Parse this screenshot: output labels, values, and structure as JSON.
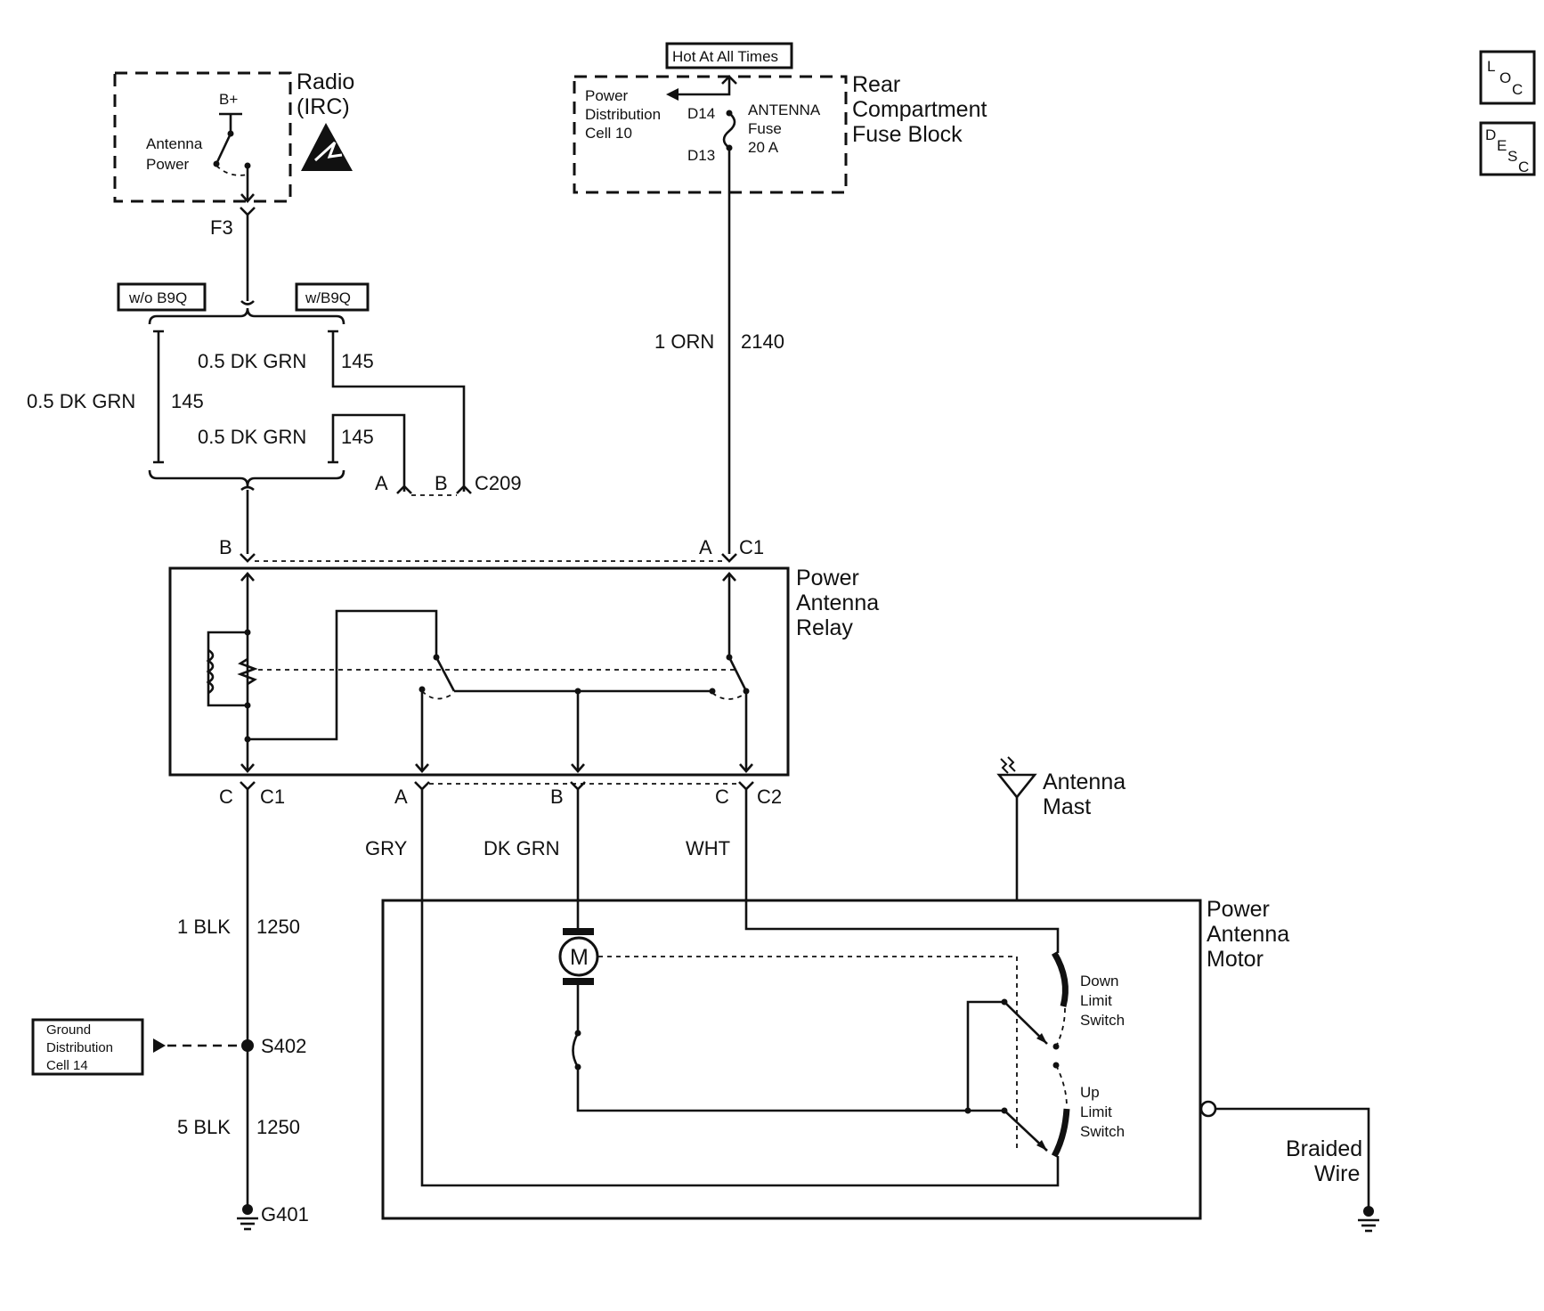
{
  "radio": {
    "title_line1": "Radio",
    "title_line2": "(IRC)",
    "bplus": "B+",
    "antenna_power_line1": "Antenna",
    "antenna_power_line2": "Power",
    "pin": "F3"
  },
  "fuse_block": {
    "hot_label": "Hot At All Times",
    "title_line1": "Rear",
    "title_line2": "Compartment",
    "title_line3": "Fuse Block",
    "pdc_line1": "Power",
    "pdc_line2": "Distribution",
    "pdc_line3": "Cell 10",
    "pin_top": "D14",
    "pin_bottom": "D13",
    "fuse_line1": "ANTENNA",
    "fuse_line2": "Fuse",
    "fuse_line3": "20 A"
  },
  "options": {
    "without": "w/o B9Q",
    "with": "w/B9Q"
  },
  "wires": {
    "dkgrn_a": "0.5 DK GRN",
    "dkgrn_a_circuit": "145",
    "dkgrn_b": "0.5 DK GRN",
    "dkgrn_b_circuit": "145",
    "dkgrn_c": "0.5 DK GRN",
    "dkgrn_c_circuit": "145",
    "orn": "1 ORN",
    "orn_circuit": "2140",
    "blk1": "1 BLK",
    "blk1_circuit": "1250",
    "blk5": "5 BLK",
    "blk5_circuit": "1250",
    "gry": "GRY",
    "dkgrn": "DK GRN",
    "wht": "WHT"
  },
  "c209": {
    "pin_a": "A",
    "pin_b": "B",
    "name": "C209"
  },
  "relay": {
    "title_line1": "Power",
    "title_line2": "Antenna",
    "title_line3": "Relay",
    "top_pin_b": "B",
    "top_pin_a": "A",
    "top_conn": "C1",
    "bottom_pin_c": "C",
    "bottom_conn_c1": "C1",
    "bottom_pin_a": "A",
    "bottom_pin_b": "B",
    "bottom_pin_c2": "C",
    "bottom_conn_c2": "C2"
  },
  "ground": {
    "dist_line1": "Ground",
    "dist_line2": "Distribution",
    "dist_line3": "Cell 14",
    "splice": "S402",
    "ground": "G401"
  },
  "motor": {
    "title_line1": "Power",
    "title_line2": "Antenna",
    "title_line3": "Motor",
    "m_symbol": "M",
    "down_line1": "Down",
    "down_line2": "Limit",
    "down_line3": "Switch",
    "up_line1": "Up",
    "up_line2": "Limit",
    "up_line3": "Switch"
  },
  "antenna_mast": {
    "line1": "Antenna",
    "line2": "Mast"
  },
  "braided_wire": {
    "line1": "Braided",
    "line2": "Wire"
  },
  "side_icons": {
    "loc": [
      "L",
      "O",
      "C"
    ],
    "desc": [
      "D",
      "E",
      "S",
      "C"
    ]
  }
}
